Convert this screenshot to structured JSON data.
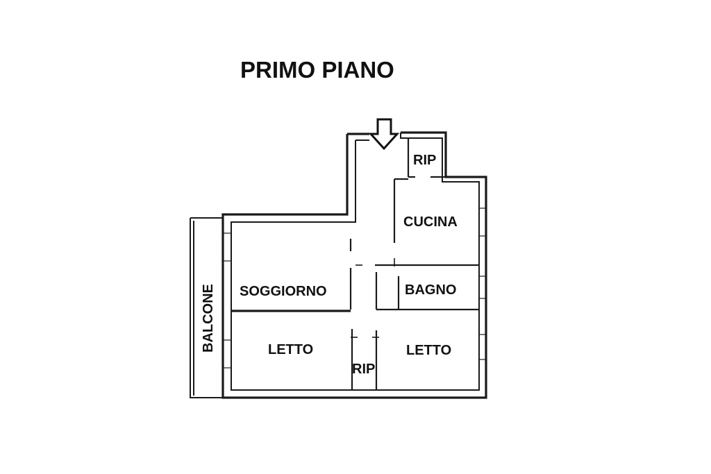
{
  "title": "PRIMO PIANO",
  "rooms": {
    "rip_top": "RIP",
    "cucina": "CUCINA",
    "bagno": "BAGNO",
    "soggiorno": "SOGGIORNO",
    "letto_left": "LETTO",
    "letto_right": "LETTO",
    "rip_bottom": "RIP",
    "balcone": "BALCONE"
  },
  "icons": {
    "entrance": "down-arrow-icon"
  }
}
